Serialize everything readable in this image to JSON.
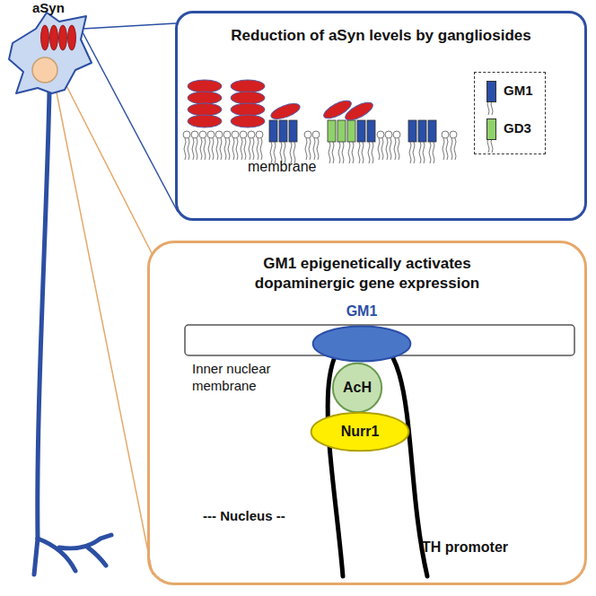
{
  "diagram": {
    "nodes": [
      {
        "text": [
          "Reduction of aSyn levels by gangliosides"
        ]
      },
      {
        "text": [
          "GM1 epigenetically activates dopaminergic gene expression"
        ]
      },
      {
        "text": [
          "GM1"
        ],
        "in": 1
      },
      {
        "text": [
          "AcH"
        ],
        "in": 1
      },
      {
        "text": [
          "Nurr1"
        ],
        "in": 1
      }
    ],
    "labels": [
      "aSyn",
      "membrane",
      "Inner nuclear membrane",
      "--- Nucleus --",
      "TH promoter"
    ],
    "legend": [
      {
        "text": "GM1",
        "color": "#2a4fa8"
      },
      {
        "text": "GD3",
        "color": "#8fd16a"
      }
    ]
  }
}
